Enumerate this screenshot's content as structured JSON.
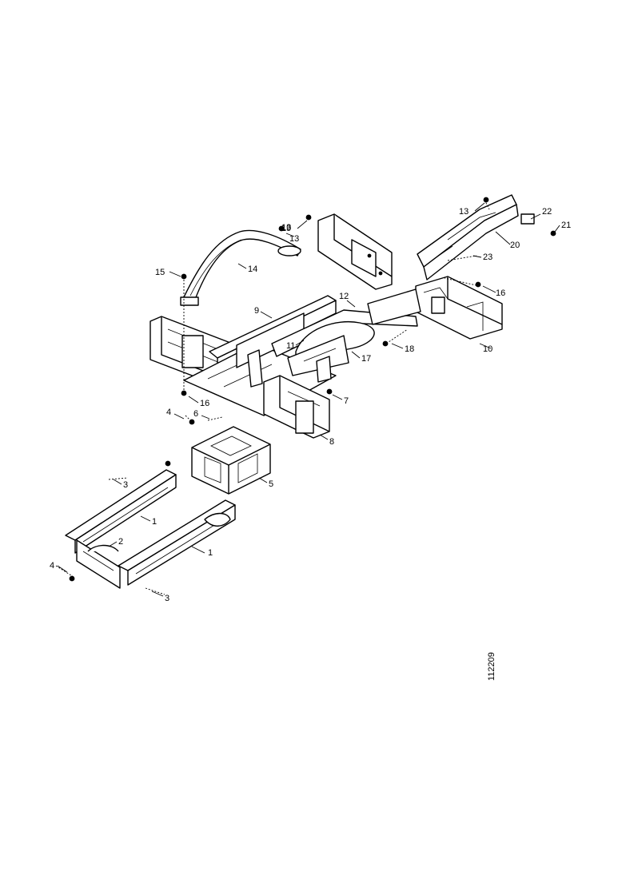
{
  "callouts": [
    {
      "label": "1"
    },
    {
      "label": "1"
    },
    {
      "label": "2"
    },
    {
      "label": "3"
    },
    {
      "label": "3"
    },
    {
      "label": "4"
    },
    {
      "label": "4"
    },
    {
      "label": "5"
    },
    {
      "label": "6"
    },
    {
      "label": "7"
    },
    {
      "label": "8"
    },
    {
      "label": "9"
    },
    {
      "label": "10"
    },
    {
      "label": "11"
    },
    {
      "label": "12"
    },
    {
      "label": "13"
    },
    {
      "label": "13"
    },
    {
      "label": "13"
    },
    {
      "label": "14"
    },
    {
      "label": "15"
    },
    {
      "label": "16"
    },
    {
      "label": "16"
    },
    {
      "label": "17"
    },
    {
      "label": "18"
    },
    {
      "label": "19"
    },
    {
      "label": "20"
    },
    {
      "label": "21"
    },
    {
      "label": "22"
    },
    {
      "label": "23"
    }
  ],
  "figure_number": "112209"
}
